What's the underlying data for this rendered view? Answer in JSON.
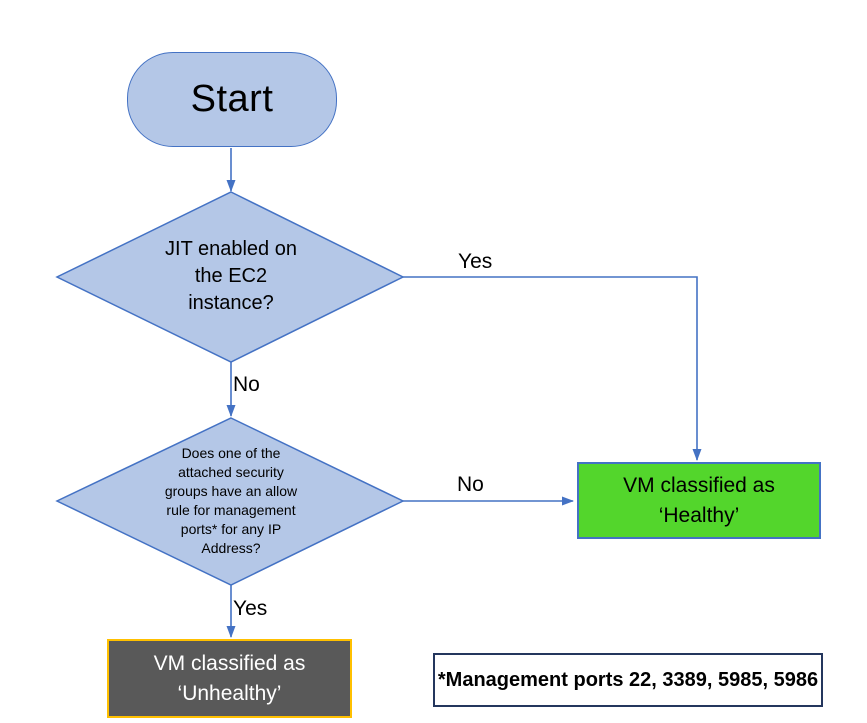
{
  "diagram": {
    "title_hint": "EC2 JIT health classification flowchart",
    "nodes": {
      "start": {
        "label": "Start"
      },
      "decision_jit": {
        "lines": [
          "JIT enabled on",
          "the EC2",
          "instance?"
        ]
      },
      "decision_sg": {
        "lines": [
          "Does one of the",
          "attached security",
          "groups have an allow",
          "rule for management",
          "ports* for any IP",
          "Address?"
        ]
      },
      "healthy": {
        "lines": [
          "VM classified as",
          "‘Healthy’"
        ]
      },
      "unhealthy": {
        "lines": [
          "VM classified as",
          "‘Unhealthy’"
        ]
      },
      "note": {
        "text": "*Management ports 22, 3389, 5985, 5986"
      }
    },
    "edges": {
      "jit_yes_label": "Yes",
      "jit_no_label": "No",
      "sg_no_label": "No",
      "sg_yes_label": "Yes"
    },
    "colors": {
      "shape_fill_blue": "#b4c7e7",
      "shape_stroke_blue": "#4472c4",
      "connector": "#4472c4",
      "healthy_fill": "#53d62c",
      "unhealthy_fill": "#595959",
      "unhealthy_border": "#ffc000",
      "note_border": "#24365d",
      "text_dark": "#000000",
      "text_light": "#ffffff"
    }
  }
}
